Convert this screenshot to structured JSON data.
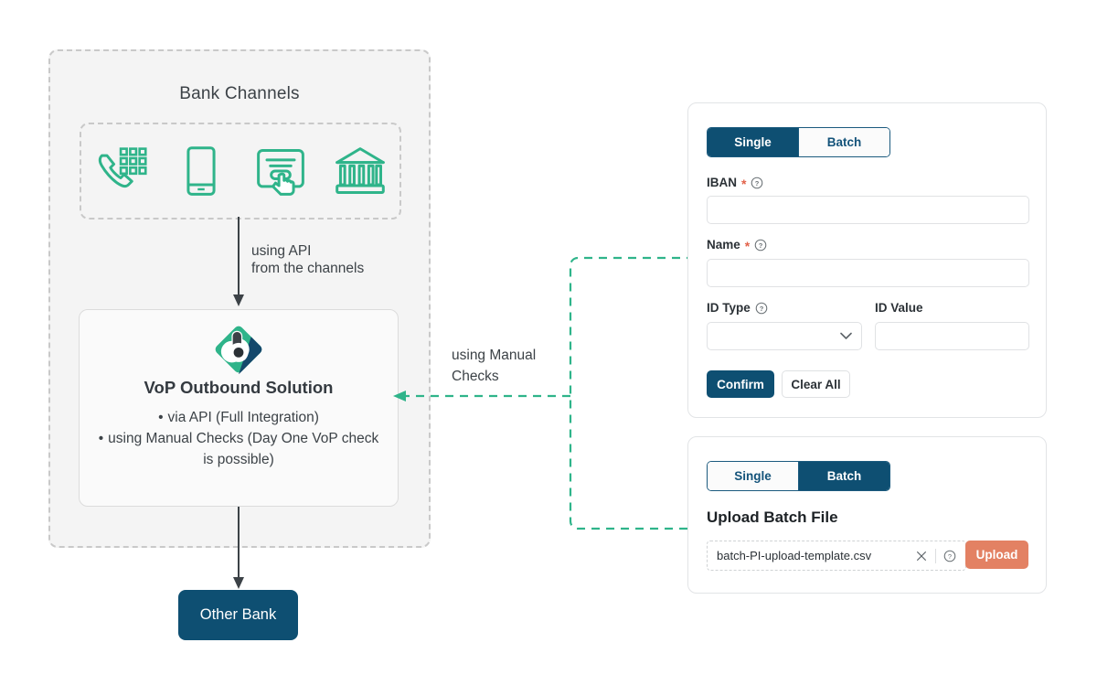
{
  "diagram": {
    "group": {
      "title": "Bank Channels",
      "channels": [
        {
          "name": "phone-keypad-icon",
          "label": "Phone banking"
        },
        {
          "name": "mobile-phone-icon",
          "label": "Mobile banking"
        },
        {
          "name": "online-click-icon",
          "label": "Online banking"
        },
        {
          "name": "bank-building-icon",
          "label": "Branch"
        }
      ]
    },
    "api_arrow_label": "using API\nfrom the channels",
    "manual_arrow_label": "using Manual\nChecks",
    "vop": {
      "logo_name": "vop-logo",
      "title": "VoP Outbound Solution",
      "bullets": [
        "via API (Full Integration)",
        "using Manual Checks (Day One VoP check is possible)"
      ],
      "bullet_marker": "•"
    },
    "other_bank": {
      "label": "Other Bank"
    }
  },
  "single_card": {
    "tabs": [
      {
        "label": "Single",
        "active": true
      },
      {
        "label": "Batch",
        "active": false
      }
    ],
    "fields": {
      "iban": {
        "label": "IBAN",
        "required": "*",
        "value": "",
        "placeholder": "",
        "help": "help-icon"
      },
      "name": {
        "label": "Name",
        "required": "*",
        "value": "",
        "placeholder": "",
        "help": "help-icon"
      },
      "id_type": {
        "label": "ID Type",
        "value": "",
        "help": "help-icon",
        "chevron": "chevron-down-icon"
      },
      "id_value": {
        "label": "ID Value",
        "value": "",
        "placeholder": ""
      }
    },
    "buttons": {
      "confirm": "Confirm",
      "clear_all": "Clear All"
    }
  },
  "batch_card": {
    "tabs": [
      {
        "label": "Single",
        "active": false
      },
      {
        "label": "Batch",
        "active": true
      }
    ],
    "heading": "Upload Batch File",
    "file": {
      "name": "batch-PI-upload-template.csv",
      "clear_icon": "close-icon",
      "help_icon": "help-icon"
    },
    "upload_button": "Upload"
  },
  "colors": {
    "navy": "#0e4f72",
    "green": "#2fb48a",
    "coral": "#e38163",
    "required_star": "#e2624a",
    "panel_bg": "#f4f4f4",
    "dashed_grey": "#c9c9c9",
    "text": "#3c4247"
  }
}
